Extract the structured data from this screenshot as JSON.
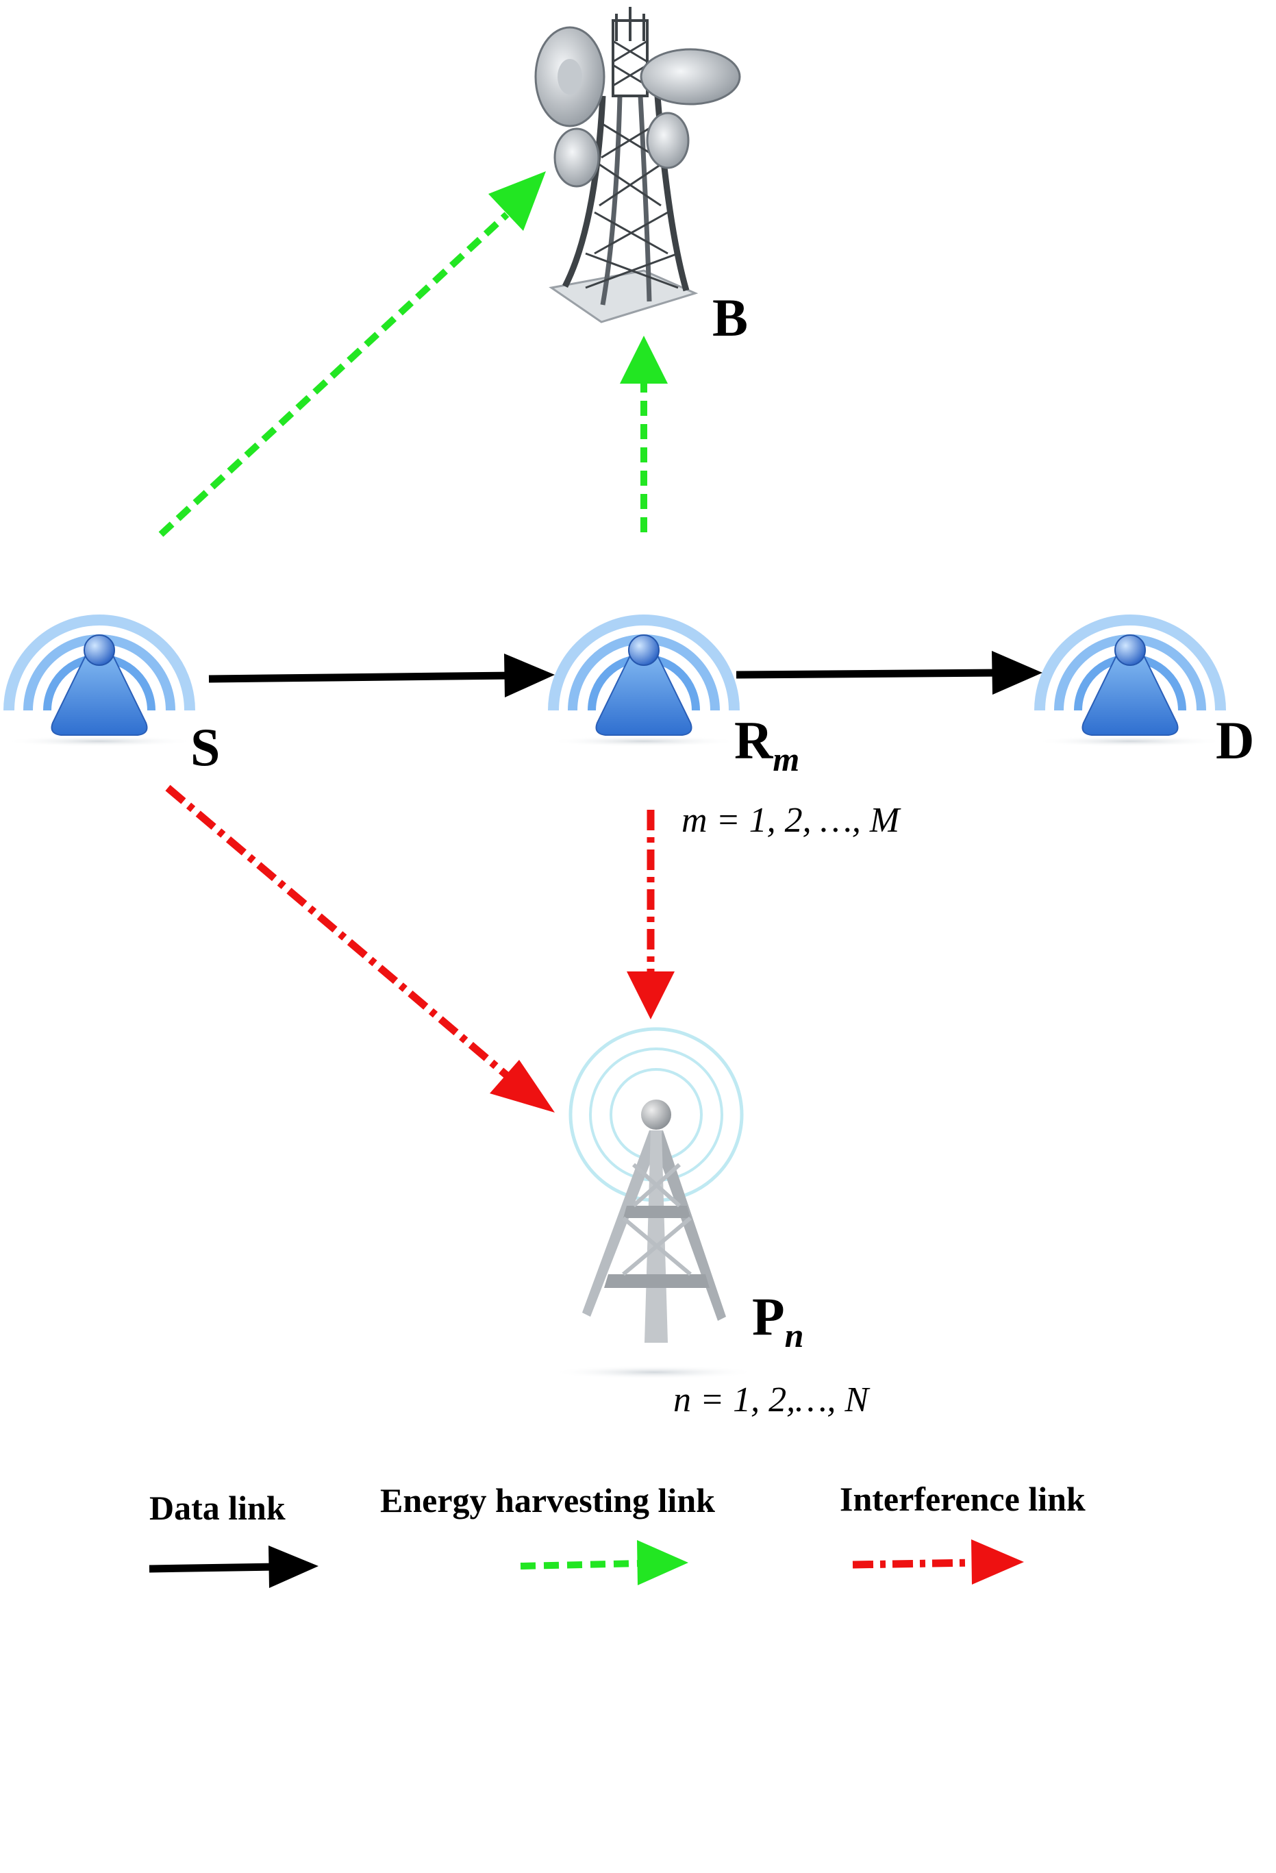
{
  "nodes": {
    "source": {
      "label": "S"
    },
    "relay": {
      "label": "R",
      "subscript": "m",
      "index_text": "m = 1, 2, …, M"
    },
    "destination": {
      "label": "D"
    },
    "base_station": {
      "label": "B"
    },
    "primary": {
      "label": "P",
      "subscript": "n",
      "index_text": "n = 1, 2,…, N"
    }
  },
  "legend": {
    "data_link": "Data link",
    "energy_link": "Energy harvesting link",
    "interference_link": "Interference link"
  },
  "colors": {
    "data_link": "#000000",
    "energy_link": "#22e622",
    "interference_link": "#ee1111",
    "node_blue": "#3b7fd9",
    "signal_blue": "#5fa8ee",
    "tower_gray": "#9aa0a6"
  },
  "icons": [
    "wireless-node-icon",
    "cell-tower-icon",
    "broadcast-tower-icon"
  ]
}
